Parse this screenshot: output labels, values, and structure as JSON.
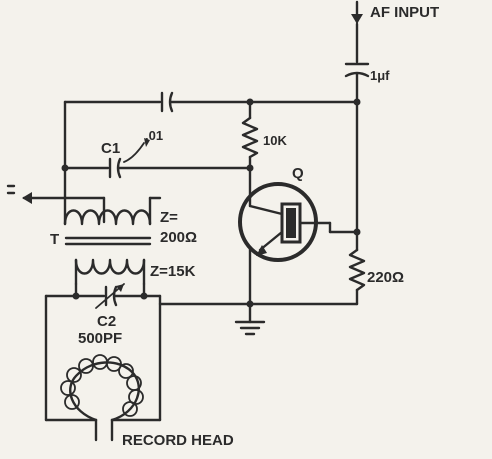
{
  "labels": {
    "af_input": "AF INPUT",
    "c_input": "1μf",
    "c1": "C1",
    "c1_value": ".01",
    "r_10k": "10K",
    "transistor": "Q",
    "z_primary": "Z=",
    "z_primary_value": "200Ω",
    "transformer": "T",
    "z_secondary": "Z=15K",
    "r_220": "220Ω",
    "c2": "C2",
    "c2_value": "500PF",
    "record_head": "RECORD HEAD"
  },
  "colors": {
    "ink": "#2b2b2b",
    "paper": "#f4f2ec"
  }
}
